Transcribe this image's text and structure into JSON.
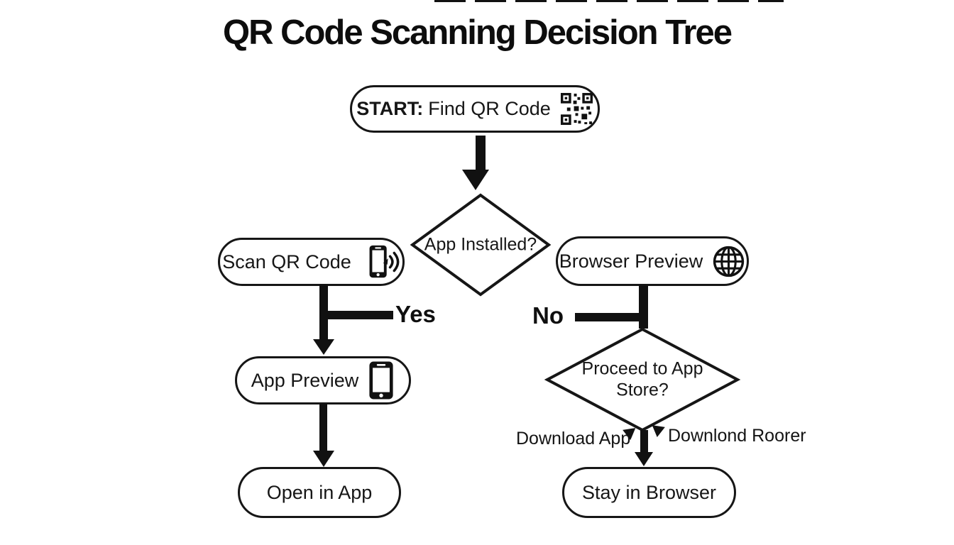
{
  "title": "QR Code Scanning Decision Tree",
  "colors": {
    "ink": "#111111",
    "background": "#ffffff"
  },
  "nodes": {
    "start": {
      "prefix": "START:",
      "label": "Find QR Code",
      "icon": "qr-code-icon"
    },
    "app_installed": {
      "label": "App Installed?"
    },
    "scan_qr": {
      "label": "Scan QR Code",
      "icon": "phone-scan-icon"
    },
    "browser_preview": {
      "label": "Browser Preview",
      "icon": "globe-icon"
    },
    "app_preview": {
      "label": "App Preview",
      "icon": "smartphone-icon"
    },
    "proceed_store": {
      "label": "Proceed to App Store?"
    },
    "open_in_app": {
      "label": "Open in App"
    },
    "stay_in_browser": {
      "label": "Stay in Browser"
    }
  },
  "edges": {
    "yes_label": "Yes",
    "no_label": "No",
    "download_app_label": "Download App",
    "download_roorer_label": "Downlond Roorer"
  }
}
